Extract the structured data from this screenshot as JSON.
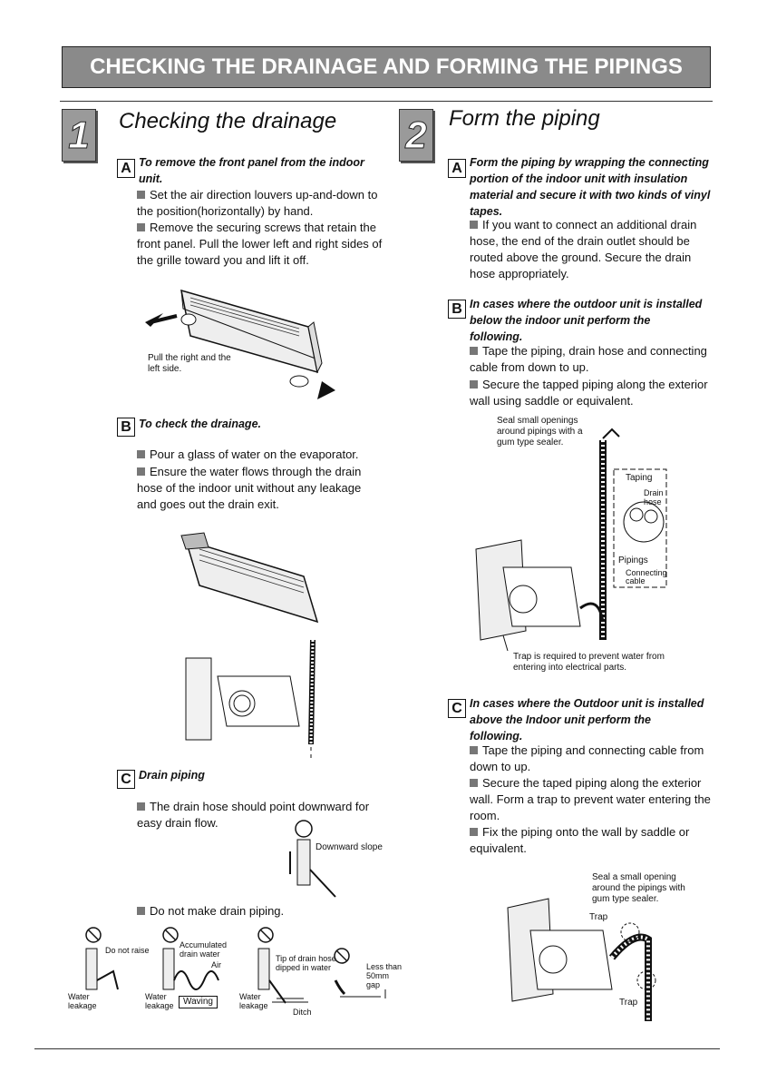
{
  "page_title": "CHECKING THE DRAINAGE AND FORMING THE PIPINGS",
  "step1": {
    "number": "1",
    "title": "Checking the drainage",
    "A": {
      "letter": "A",
      "heading": "To remove the front panel from the indoor unit.",
      "bullets": [
        "Set the air direction louvers up-and-down to the position(horizontally) by hand.",
        "Remove the securing screws that retain the front panel. Pull the lower left and right sides of the grille toward you and lift it off."
      ],
      "caption": "Pull the right and the left side."
    },
    "B": {
      "letter": "B",
      "heading": "To check the drainage.",
      "bullets": [
        "Pour a glass of water on the evaporator.",
        "Ensure the water flows through the drain hose of the indoor unit without any leakage and goes out the drain exit."
      ]
    },
    "C": {
      "letter": "C",
      "heading": "Drain piping",
      "bullets": [
        "The drain hose should point downward for easy drain flow.",
        "Do not make drain piping."
      ],
      "slope_label": "Downward slope",
      "bad_labels": {
        "do_not_raise": "Do not raise",
        "accumulated": "Accumulated drain water",
        "air": "Air",
        "tip_dipped": "Tip of drain hose dipped in water",
        "less_than": "Less than 50mm gap",
        "water_leakage": "Water leakage",
        "waving": "Waving",
        "ditch": "Ditch"
      }
    }
  },
  "step2": {
    "number": "2",
    "title": "Form the piping",
    "A": {
      "letter": "A",
      "heading": "Form the piping by wrapping the connecting portion of the indoor unit with insulation material and secure it with two kinds of vinyl tapes.",
      "bullets": [
        "If you want to connect an additional drain hose, the end of the drain outlet should be routed above the ground. Secure the drain hose appropriately."
      ]
    },
    "B": {
      "letter": "B",
      "heading": "In cases where the outdoor unit is installed below the indoor unit perform the following.",
      "bullets": [
        "Tape the piping, drain hose and connecting cable from down to up.",
        "Secure the tapped piping along the exterior wall using saddle or equivalent."
      ],
      "labels": {
        "seal": "Seal small openings around pipings with a gum type sealer.",
        "taping": "Taping",
        "drain_hose": "Drain hose",
        "pipings": "Pipings",
        "connecting_cable": "Connecting cable",
        "trap_note": "Trap is required to prevent water from entering into electrical parts."
      }
    },
    "C": {
      "letter": "C",
      "heading": "In cases where the Outdoor unit is installed above the Indoor unit perform the following.",
      "bullets": [
        "Tape the piping and connecting cable from down to up.",
        "Secure the taped piping along the exterior wall. Form a trap to prevent water entering the room.",
        "Fix the piping onto the wall by saddle or equivalent."
      ],
      "labels": {
        "seal": "Seal a small opening around the pipings with gum type sealer.",
        "trap_top": "Trap",
        "trap_bottom": "Trap"
      }
    }
  }
}
